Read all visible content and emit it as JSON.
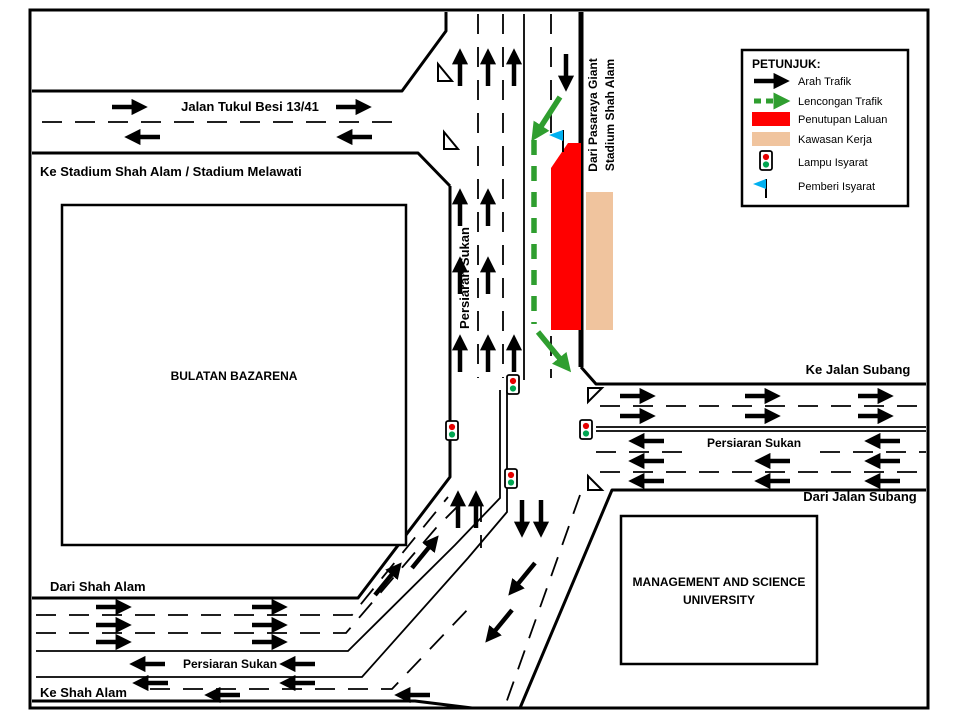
{
  "legend": {
    "title": "PETUNJUK:",
    "items": [
      {
        "label": "Arah Trafik",
        "icon": "black-arrow"
      },
      {
        "label": "Lencongan Trafik",
        "icon": "green-dashed-arrow"
      },
      {
        "label": "Penutupan Laluan",
        "icon": "red-swatch"
      },
      {
        "label": "Kawasan Kerja",
        "icon": "tan-swatch"
      },
      {
        "label": "Lampu Isyarat",
        "icon": "traffic-light"
      },
      {
        "label": "Pemberi Isyarat",
        "icon": "blue-flag"
      }
    ]
  },
  "roads": {
    "jalan_tukul_besi": "Jalan Tukul Besi 13/41",
    "ke_stadium": "Ke Stadium Shah Alam / Stadium Melawati",
    "persiaran_sukan_north": "Persiaran Sukan",
    "dari_pasaraya_line1": "Dari Pasaraya Giant",
    "dari_pasaraya_line2": "Stadium Shah Alam",
    "ke_jalan_subang": "Ke Jalan Subang",
    "persiaran_sukan_east": "Persiaran Sukan",
    "dari_jalan_subang": "Dari Jalan Subang",
    "dari_shah_alam": "Dari Shah Alam",
    "persiaran_sukan_south": "Persiaran Sukan",
    "ke_shah_alam": "Ke Shah Alam"
  },
  "landmarks": {
    "bulatan_bazarena": "BULATAN BAZARENA",
    "msu_line1": "MANAGEMENT AND SCIENCE",
    "msu_line2": "UNIVERSITY"
  },
  "colors": {
    "road_closure": "#ff0000",
    "work_area": "#f0c49e",
    "diversion": "#2f9e2f",
    "light_red": "#e60000",
    "light_green": "#00a651",
    "signal_flag": "#00b0f0"
  }
}
